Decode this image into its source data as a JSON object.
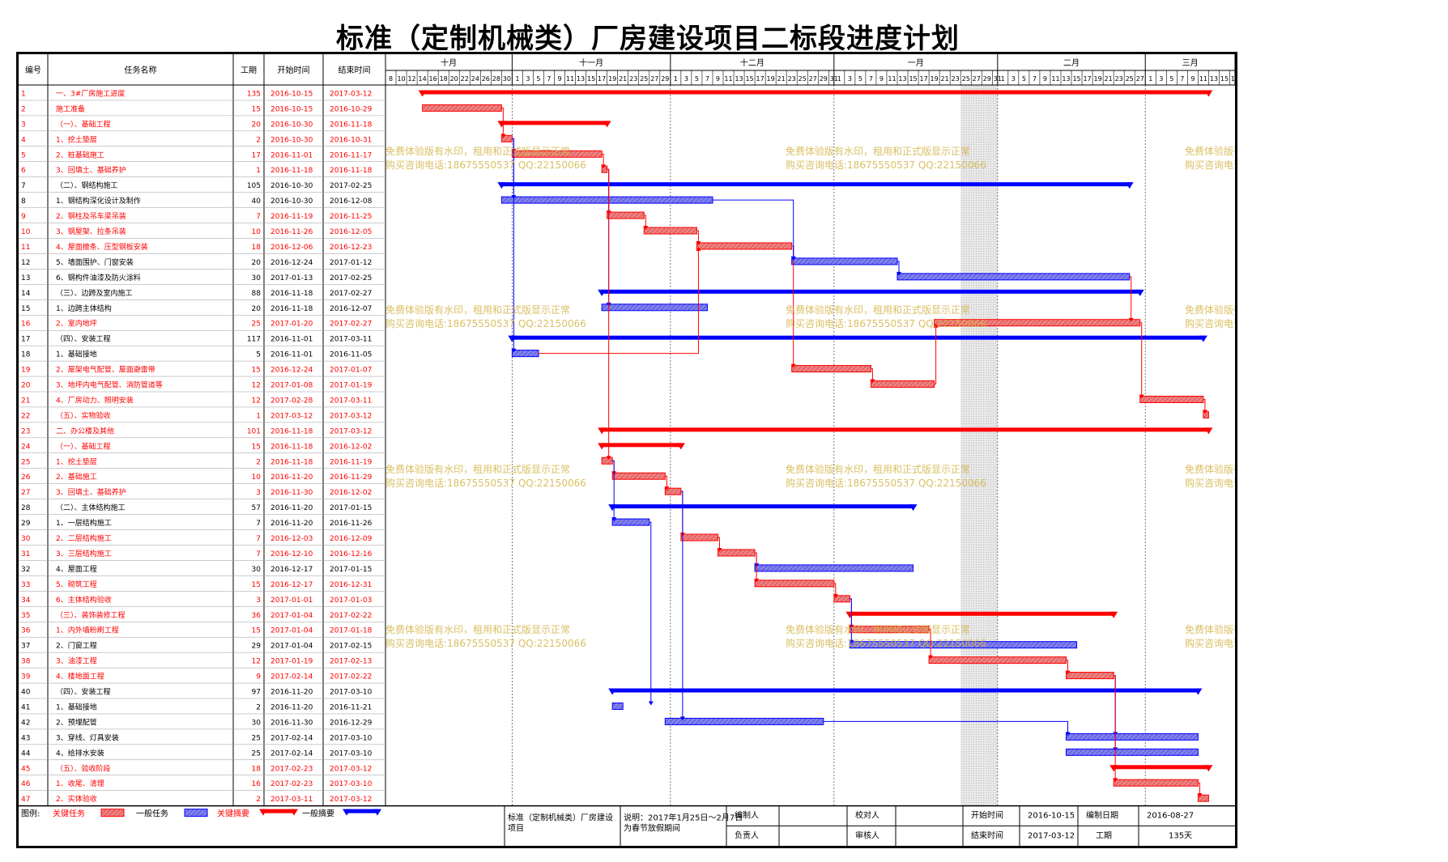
{
  "title": "标准（定制机械类）厂房建设项目二标段进度计划",
  "headers": {
    "id": "编号",
    "name": "任务名称",
    "dur": "工期",
    "start": "开始时间",
    "end": "结束时间"
  },
  "timeline": {
    "start_date": "2016-10-08",
    "months": [
      {
        "label": "十月",
        "first_day": "2016-10-08",
        "days_shown": 24
      },
      {
        "label": "十一月",
        "first_day": "2016-11-01",
        "days_shown": 30
      },
      {
        "label": "十二月",
        "first_day": "2016-12-01",
        "days_shown": 31
      },
      {
        "label": "一月",
        "first_day": "2017-01-01",
        "days_shown": 31
      },
      {
        "label": "二月",
        "first_day": "2017-02-01",
        "days_shown": 28
      },
      {
        "label": "三月",
        "first_day": "2017-03-01",
        "days_shown": 17
      }
    ],
    "day_labels": "every second day of month (1,3,5,... and 8,10,... in October)",
    "holiday_shading": {
      "from": "2017-01-25",
      "to": "2017-02-01"
    }
  },
  "colors": {
    "critical": "#ff0000",
    "normal": "#0000ff",
    "critical_fill": "#f08080",
    "normal_fill": "#8080f0",
    "text_critical": "#ff0000",
    "text_normal": "#000000",
    "watermark": "#d4b446"
  },
  "chart_data": {
    "type": "gantt",
    "title": "标准（定制机械类）厂房建设项目二标段进度计划",
    "tasks": [
      {
        "id": "1",
        "name": "一、3#厂房施工进度",
        "dur": "135",
        "start": "2016-10-15",
        "end": "2017-03-12",
        "critical": true,
        "summary": true
      },
      {
        "id": "2",
        "name": "施工准备",
        "dur": "15",
        "start": "2016-10-15",
        "end": "2016-10-29",
        "critical": true,
        "summary": false
      },
      {
        "id": "3",
        "name": "（一）、基础工程",
        "dur": "20",
        "start": "2016-10-30",
        "end": "2016-11-18",
        "critical": true,
        "summary": true
      },
      {
        "id": "4",
        "name": "1、挖土垫层",
        "dur": "2",
        "start": "2016-10-30",
        "end": "2016-10-31",
        "critical": true,
        "summary": false
      },
      {
        "id": "5",
        "name": "2、桩基础施工",
        "dur": "17",
        "start": "2016-11-01",
        "end": "2016-11-17",
        "critical": true,
        "summary": false
      },
      {
        "id": "6",
        "name": "3、回填土、基础养护",
        "dur": "1",
        "start": "2016-11-18",
        "end": "2016-11-18",
        "critical": true,
        "summary": false
      },
      {
        "id": "7",
        "name": "（二）、钢结构施工",
        "dur": "105",
        "start": "2016-10-30",
        "end": "2017-02-25",
        "critical": false,
        "summary": true
      },
      {
        "id": "8",
        "name": "1、钢结构深化设计及制作",
        "dur": "40",
        "start": "2016-10-30",
        "end": "2016-12-08",
        "critical": false,
        "summary": false
      },
      {
        "id": "9",
        "name": "2、钢柱及吊车梁吊装",
        "dur": "7",
        "start": "2016-11-19",
        "end": "2016-11-25",
        "critical": true,
        "summary": false
      },
      {
        "id": "10",
        "name": "3、钢屋架、拉条吊装",
        "dur": "10",
        "start": "2016-11-26",
        "end": "2016-12-05",
        "critical": true,
        "summary": false
      },
      {
        "id": "11",
        "name": "4、屋面檩条、压型钢板安装",
        "dur": "18",
        "start": "2016-12-06",
        "end": "2016-12-23",
        "critical": true,
        "summary": false
      },
      {
        "id": "12",
        "name": "5、墙面围护、门窗安装",
        "dur": "20",
        "start": "2016-12-24",
        "end": "2017-01-12",
        "critical": false,
        "summary": false
      },
      {
        "id": "13",
        "name": "6、钢构件油漆及防火涂料",
        "dur": "30",
        "start": "2017-01-13",
        "end": "2017-02-25",
        "critical": false,
        "summary": false
      },
      {
        "id": "14",
        "name": "（三）、边跨及室内施工",
        "dur": "88",
        "start": "2016-11-18",
        "end": "2017-02-27",
        "critical": false,
        "summary": true
      },
      {
        "id": "15",
        "name": "1、边跨主体结构",
        "dur": "20",
        "start": "2016-11-18",
        "end": "2016-12-07",
        "critical": false,
        "summary": false
      },
      {
        "id": "16",
        "name": "2、室内地坪",
        "dur": "25",
        "start": "2017-01-20",
        "end": "2017-02-27",
        "critical": true,
        "summary": false
      },
      {
        "id": "17",
        "name": "（四）、安装工程",
        "dur": "117",
        "start": "2016-11-01",
        "end": "2017-03-11",
        "critical": false,
        "summary": true
      },
      {
        "id": "18",
        "name": "1、基础接地",
        "dur": "5",
        "start": "2016-11-01",
        "end": "2016-11-05",
        "critical": false,
        "summary": false
      },
      {
        "id": "19",
        "name": "2、屋架电气配管、屋面避雷带",
        "dur": "15",
        "start": "2016-12-24",
        "end": "2017-01-07",
        "critical": true,
        "summary": false
      },
      {
        "id": "20",
        "name": "3、地坪内电气配管、消防管道等",
        "dur": "12",
        "start": "2017-01-08",
        "end": "2017-01-19",
        "critical": true,
        "summary": false
      },
      {
        "id": "21",
        "name": "4、厂房动力、照明安装",
        "dur": "12",
        "start": "2017-02-28",
        "end": "2017-03-11",
        "critical": true,
        "summary": false
      },
      {
        "id": "22",
        "name": "（五）、实物验收",
        "dur": "1",
        "start": "2017-03-12",
        "end": "2017-03-12",
        "critical": true,
        "summary": false
      },
      {
        "id": "23",
        "name": "二、办公楼及其他",
        "dur": "101",
        "start": "2016-11-18",
        "end": "2017-03-12",
        "critical": true,
        "summary": true
      },
      {
        "id": "24",
        "name": "（一）、基础工程",
        "dur": "15",
        "start": "2016-11-18",
        "end": "2016-12-02",
        "critical": true,
        "summary": true
      },
      {
        "id": "25",
        "name": "1、挖土垫层",
        "dur": "2",
        "start": "2016-11-18",
        "end": "2016-11-19",
        "critical": true,
        "summary": false
      },
      {
        "id": "26",
        "name": "2、基础施工",
        "dur": "10",
        "start": "2016-11-20",
        "end": "2016-11-29",
        "critical": true,
        "summary": false
      },
      {
        "id": "27",
        "name": "3、回填土、基础养护",
        "dur": "3",
        "start": "2016-11-30",
        "end": "2016-12-02",
        "critical": true,
        "summary": false
      },
      {
        "id": "28",
        "name": "（二）、主体结构施工",
        "dur": "57",
        "start": "2016-11-20",
        "end": "2017-01-15",
        "critical": false,
        "summary": true
      },
      {
        "id": "29",
        "name": "1、一层结构施工",
        "dur": "7",
        "start": "2016-11-20",
        "end": "2016-11-26",
        "critical": false,
        "summary": false
      },
      {
        "id": "30",
        "name": "2、二层结构施工",
        "dur": "7",
        "start": "2016-12-03",
        "end": "2016-12-09",
        "critical": true,
        "summary": false
      },
      {
        "id": "31",
        "name": "3、三层结构施工",
        "dur": "7",
        "start": "2016-12-10",
        "end": "2016-12-16",
        "critical": true,
        "summary": false
      },
      {
        "id": "32",
        "name": "4、屋面工程",
        "dur": "30",
        "start": "2016-12-17",
        "end": "2017-01-15",
        "critical": false,
        "summary": false
      },
      {
        "id": "33",
        "name": "5、砌筑工程",
        "dur": "15",
        "start": "2016-12-17",
        "end": "2016-12-31",
        "critical": true,
        "summary": false
      },
      {
        "id": "34",
        "name": "6、主体结构验收",
        "dur": "3",
        "start": "2017-01-01",
        "end": "2017-01-03",
        "critical": true,
        "summary": false
      },
      {
        "id": "35",
        "name": "（三）、装饰装修工程",
        "dur": "36",
        "start": "2017-01-04",
        "end": "2017-02-22",
        "critical": true,
        "summary": true
      },
      {
        "id": "36",
        "name": "1、内外墙粉刷工程",
        "dur": "15",
        "start": "2017-01-04",
        "end": "2017-01-18",
        "critical": true,
        "summary": false
      },
      {
        "id": "37",
        "name": "2、门窗工程",
        "dur": "29",
        "start": "2017-01-04",
        "end": "2017-02-15",
        "critical": false,
        "summary": false
      },
      {
        "id": "38",
        "name": "3、油漆工程",
        "dur": "12",
        "start": "2017-01-19",
        "end": "2017-02-13",
        "critical": true,
        "summary": false
      },
      {
        "id": "39",
        "name": "4、楼地面工程",
        "dur": "9",
        "start": "2017-02-14",
        "end": "2017-02-22",
        "critical": true,
        "summary": false
      },
      {
        "id": "40",
        "name": "（四）、安装工程",
        "dur": "97",
        "start": "2016-11-20",
        "end": "2017-03-10",
        "critical": false,
        "summary": true
      },
      {
        "id": "41",
        "name": "1、基础接地",
        "dur": "2",
        "start": "2016-11-20",
        "end": "2016-11-21",
        "critical": false,
        "summary": false
      },
      {
        "id": "42",
        "name": "2、预埋配管",
        "dur": "30",
        "start": "2016-11-30",
        "end": "2016-12-29",
        "critical": false,
        "summary": false
      },
      {
        "id": "43",
        "name": "3、穿线、灯具安装",
        "dur": "25",
        "start": "2017-02-14",
        "end": "2017-03-10",
        "critical": false,
        "summary": false
      },
      {
        "id": "44",
        "name": "4、给排水安装",
        "dur": "25",
        "start": "2017-02-14",
        "end": "2017-03-10",
        "critical": false,
        "summary": false
      },
      {
        "id": "45",
        "name": "（五）、验收阶段",
        "dur": "18",
        "start": "2017-02-23",
        "end": "2017-03-12",
        "critical": true,
        "summary": true
      },
      {
        "id": "46",
        "name": "1、收尾、清理",
        "dur": "16",
        "start": "2017-02-23",
        "end": "2017-03-10",
        "critical": true,
        "summary": false
      },
      {
        "id": "47",
        "name": "2、实体验收",
        "dur": "2",
        "start": "2017-03-11",
        "end": "2017-03-12",
        "critical": true,
        "summary": false
      }
    ],
    "links": [
      [
        2,
        4
      ],
      [
        4,
        5
      ],
      [
        5,
        6
      ],
      [
        6,
        9
      ],
      [
        9,
        10
      ],
      [
        10,
        11
      ],
      [
        11,
        12
      ],
      [
        12,
        13
      ],
      [
        13,
        16
      ],
      [
        11,
        19
      ],
      [
        19,
        20
      ],
      [
        20,
        16
      ],
      [
        16,
        21
      ],
      [
        21,
        22
      ],
      [
        4,
        8
      ],
      [
        8,
        12
      ],
      [
        6,
        15
      ],
      [
        4,
        18
      ],
      [
        18,
        11
      ],
      [
        6,
        25
      ],
      [
        25,
        26
      ],
      [
        26,
        27
      ],
      [
        27,
        30
      ],
      [
        30,
        31
      ],
      [
        31,
        32
      ],
      [
        31,
        33
      ],
      [
        33,
        34
      ],
      [
        34,
        36
      ],
      [
        34,
        37
      ],
      [
        36,
        38
      ],
      [
        38,
        39
      ],
      [
        39,
        43
      ],
      [
        39,
        44
      ],
      [
        39,
        46
      ],
      [
        46,
        47
      ],
      [
        25,
        29
      ],
      [
        29,
        41
      ],
      [
        27,
        42
      ],
      [
        42,
        43
      ]
    ]
  },
  "legend": {
    "label": "图例:",
    "critical_task": "关键任务",
    "normal_task": "一般任务",
    "critical_summary": "关键摘要",
    "normal_summary": "一般摘要"
  },
  "footer": {
    "project": "标准（定制机械类）厂房建设项目",
    "note": "说明：2017年1月25日～2月7日为春节放假期间",
    "compiler_label": "编制人",
    "checker_label": "校对人",
    "owner_label": "负责人",
    "reviewer_label": "审核人",
    "start_label": "开始时间",
    "start_value": "2016-10-15",
    "end_label": "结束时间",
    "end_value": "2017-03-12",
    "date_label": "编制日期",
    "date_value": "2016-08-27",
    "duration_label": "工期",
    "duration_value": "135天"
  },
  "watermark": {
    "line1": "免费体验版有水印，租用和正式版显示正常",
    "line2": "购买咨询电话:18675550537 QQ:22150066"
  }
}
